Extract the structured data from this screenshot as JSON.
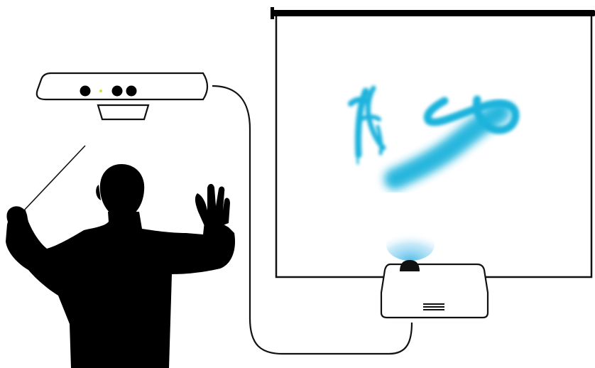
{
  "illustration": {
    "figures": [
      "conductor-silhouette",
      "depth-sensor",
      "projector",
      "projection-screen"
    ],
    "stroke_color": "#111111",
    "fill_color": "#000000",
    "paint_color": "#1ab3dc",
    "beam_color": "#9fd8f2",
    "sensor_led_color": "#c7e83a",
    "background_color": "#ffffff"
  }
}
